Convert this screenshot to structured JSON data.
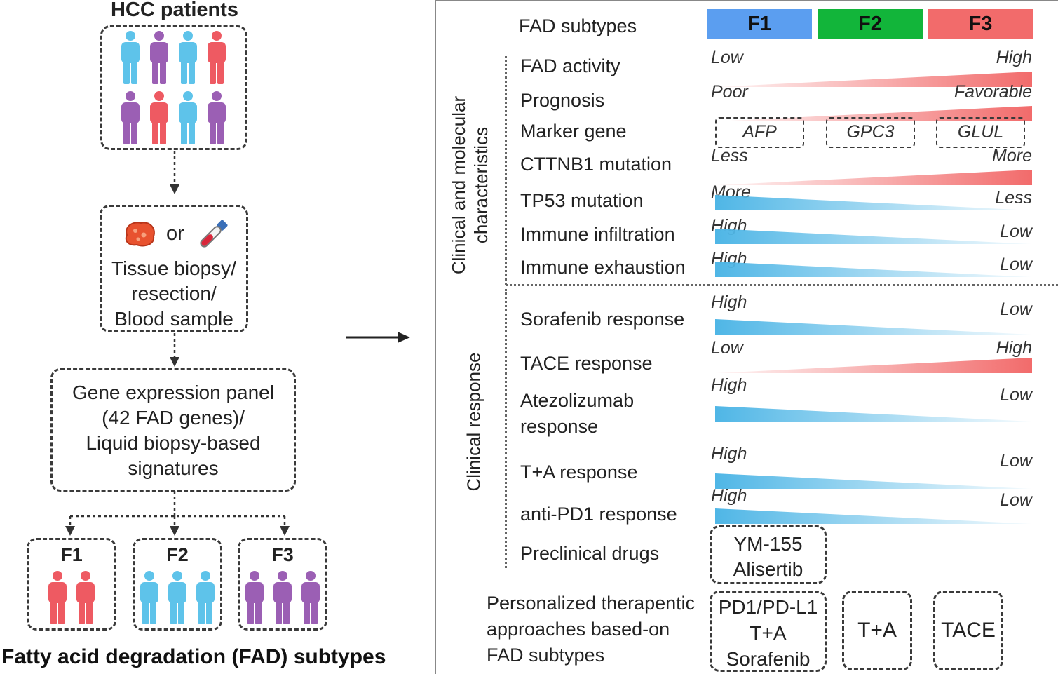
{
  "colors": {
    "f1": "#5b9ef0",
    "f2": "#12b53a",
    "f3": "#f26b6b",
    "person_blue": "#5ec3ea",
    "person_purple": "#9b5fb4",
    "person_red": "#ee5a62",
    "gradient_red": "#f26b6b",
    "gradient_blue": "#4fb6e6"
  },
  "left": {
    "title": "HCC patients",
    "patient_grid": [
      "person_blue",
      "person_purple",
      "person_blue",
      "person_red",
      "person_purple",
      "person_red",
      "person_blue",
      "person_purple"
    ],
    "sample": {
      "or": "or",
      "tissue_icon": "tissue-icon",
      "blood_icon": "blood-tube-icon",
      "lines": [
        "Tissue biopsy/",
        "resection/",
        "Blood sample"
      ]
    },
    "panel_lines": [
      "Gene expression panel",
      "(42 FAD genes)/",
      "Liquid biopsy-based",
      "signatures"
    ],
    "subtypes": [
      {
        "label": "F1",
        "color": "person_red",
        "count": 2
      },
      {
        "label": "F2",
        "color": "person_blue",
        "count": 3
      },
      {
        "label": "F3",
        "color": "person_purple",
        "count": 3
      }
    ],
    "caption": "Fatty acid degradation (FAD) subtypes"
  },
  "right": {
    "header": {
      "label": "FAD subtypes",
      "subtypes": [
        "F1",
        "F2",
        "F3"
      ]
    },
    "group1_label": [
      "Clinical and molecular",
      "characteristics"
    ],
    "group2_label": "Clinical response",
    "rows": [
      {
        "label": "FAD activity",
        "left": "Low",
        "right": "High",
        "dir": "up"
      },
      {
        "label": "Prognosis",
        "left": "Poor",
        "right": "Favorable",
        "dir": "up"
      },
      {
        "label": "Marker gene",
        "markers": [
          "AFP",
          "GPC3",
          "GLUL"
        ]
      },
      {
        "label": "CTTNB1 mutation",
        "left": "Less",
        "right": "More",
        "dir": "up"
      },
      {
        "label": "TP53 mutation",
        "left": "More",
        "right": "Less",
        "dir": "down"
      },
      {
        "label": "Immune infiltration",
        "left": "High",
        "right": "Low",
        "dir": "down"
      },
      {
        "label": "Immune exhaustion",
        "left": "High",
        "right": "Low",
        "dir": "down"
      },
      {
        "label": "Sorafenib response",
        "left": "High",
        "right": "Low",
        "dir": "down"
      },
      {
        "label": "TACE response",
        "left": "Low",
        "right": "High",
        "dir": "up"
      },
      {
        "label": "Atezolizumab\nresponse",
        "left": "High",
        "right": "Low",
        "dir": "down"
      },
      {
        "label": "T+A response",
        "left": "High",
        "right": "Low",
        "dir": "down"
      },
      {
        "label": "anti-PD1 response",
        "left": "High",
        "right": "Low",
        "dir": "down"
      }
    ],
    "preclinical": {
      "label": "Preclinical drugs",
      "drugs": [
        "YM-155",
        "Alisertib"
      ]
    },
    "personalized": {
      "label_lines": [
        "Personalized therapentic",
        "approaches based-on",
        "FAD subtypes"
      ],
      "f1": [
        "PD1/PD-L1",
        "T+A",
        "Sorafenib"
      ],
      "f2": "T+A",
      "f3": "TACE"
    }
  }
}
